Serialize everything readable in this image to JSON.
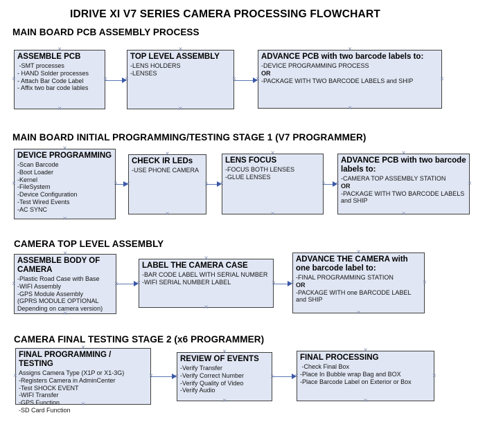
{
  "title": "IDRIVE XI V7 SERIES CAMERA PROCESSING FLOWCHART",
  "colors": {
    "box_fill": "#e0e6f3",
    "box_border": "#3f3f3f",
    "arrow_shaft": "#5b76b4",
    "arrow_head": "#3a58a8",
    "connection_mark": "#7e8ab0",
    "text": "#000000"
  },
  "icons": {
    "connection_point": "×"
  },
  "sections": [
    {
      "header": "MAIN BOARD PCB ASSEMBLY PROCESS",
      "boxes": [
        {
          "title": "ASSEMBLE PCB",
          "lines": [
            " -SMT processes",
            "- HAND Solder processes",
            "- Attach Bar Code Label",
            "- Affix two bar code lables"
          ]
        },
        {
          "title": "TOP LEVEL ASSEMBLY",
          "lines": [
            "-LENS HOLDERS",
            "-LENSES"
          ]
        },
        {
          "title": "ADVANCE PCB with two barcode labels to:",
          "lines": [
            "-DEVICE PROGRAMMING PROCESS",
            "OR",
            "-PACKAGE WITH TWO BARCODE LABELS and SHIP"
          ]
        }
      ]
    },
    {
      "header": "MAIN BOARD INITIAL PROGRAMMING/TESTING STAGE 1 (V7 PROGRAMMER)",
      "boxes": [
        {
          "title": "DEVICE PROGRAMMING",
          "lines": [
            "-Scan Barcode",
            "-Boot Loader",
            "-Kernel",
            "-FileSystem",
            "-Device Configuration",
            "-Test Wired Events",
            "-AC SYNC"
          ]
        },
        {
          "title": "CHECK IR LEDs",
          "lines": [
            "-USE PHONE CAMERA"
          ]
        },
        {
          "title": "LENS FOCUS",
          "lines": [
            "-FOCUS BOTH LENSES",
            "-GLUE LENSES"
          ]
        },
        {
          "title": "ADVANCE PCB with two barcode labels to:",
          "lines": [
            "-CAMERA TOP ASSEMBLY STATION",
            "OR",
            "-PACKAGE WITH TWO BARCODE LABELS and SHIP"
          ]
        }
      ]
    },
    {
      "header": "CAMERA TOP LEVEL ASSEMBLY",
      "boxes": [
        {
          "title": "ASSEMBLE BODY OF CAMERA",
          "lines": [
            "-Plastic Road Case with Base",
            "-WIFI Assembly",
            "-GPS Module Assembly",
            "(GPRS MODULE OPTIONAL",
            "Depending on camera version)"
          ]
        },
        {
          "title": "LABEL THE CAMERA CASE",
          "lines": [
            "-BAR CODE LABEL WITH SERIAL NUMBER",
            "-WIFI SERIAL NUMBER LABEL"
          ]
        },
        {
          "title": "ADVANCE THE CAMERA with one barcode label to:",
          "lines": [
            "-FINAL PROGRAMMING STATION",
            "OR",
            "-PACKAGE WITH one BARCODE LABEL and SHIP"
          ]
        }
      ]
    },
    {
      "header": "CAMERA FINAL TESTING STAGE 2 (x6 PROGRAMMER)",
      "boxes": [
        {
          "title": "FINAL PROGRAMMING / TESTING",
          "lines": [
            "Assigns Camera Type (X1P or X1-3G)",
            "-Registers Camera in AdminCenter",
            "-Test SHOCK EVENT",
            "-WIFI Transfer",
            "-GPS Function",
            "-SD Card Function"
          ]
        },
        {
          "title": "REVIEW OF EVENTS",
          "lines": [
            "-Verify Transfer",
            "-Verify Correct Number",
            "-Verify Quality of Video",
            "-Verify Audio"
          ]
        },
        {
          "title": "FINAL PROCESSING",
          "lines": [
            " -Check Final Box",
            "-Place In Bubble wrap Bag and BOX",
            "-Place Barcode Label on Exterior or Box"
          ]
        }
      ]
    }
  ]
}
